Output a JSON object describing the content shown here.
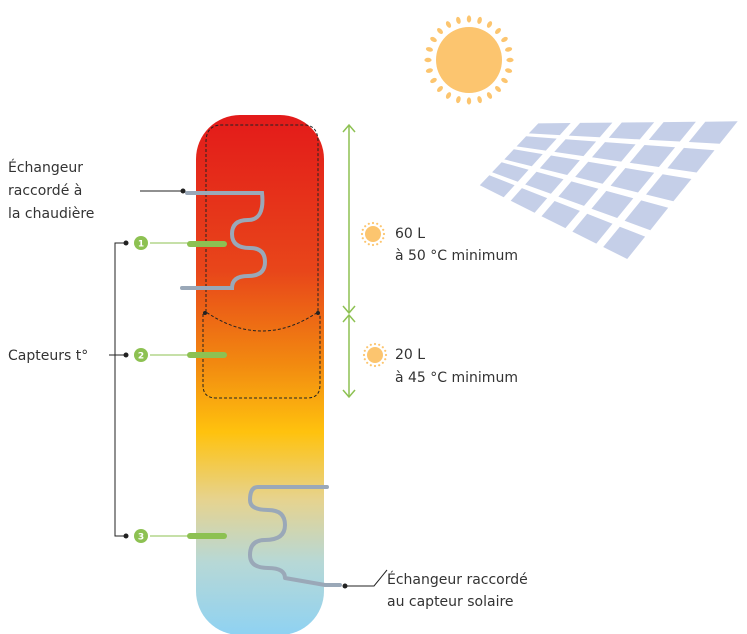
{
  "labels": {
    "boiler_exchanger": [
      "Échangeur",
      "raccordé à",
      "la chaudière"
    ],
    "sensors": "Capteurs t°",
    "solar_exchanger": [
      "Échangeur raccordé",
      "au capteur solaire"
    ]
  },
  "zones": [
    {
      "volume": "60 L",
      "temperature": "à 50 °C minimum"
    },
    {
      "volume": "20 L",
      "temperature": "à 45 °C minimum"
    }
  ],
  "sensors": [
    {
      "number": "1"
    },
    {
      "number": "2"
    },
    {
      "number": "3"
    }
  ],
  "colors": {
    "tank_top": "#e31a1a",
    "tank_middle": "#ffc20e",
    "tank_bottom": "#8fd2f2",
    "coil": "#9aa8b8",
    "sensor": "#8dc152",
    "sun": "#fcc56f",
    "arrow": "#8dc152",
    "panel": "#c5cfe8"
  },
  "icons": [
    "sun-icon",
    "solar-panel-icon"
  ]
}
